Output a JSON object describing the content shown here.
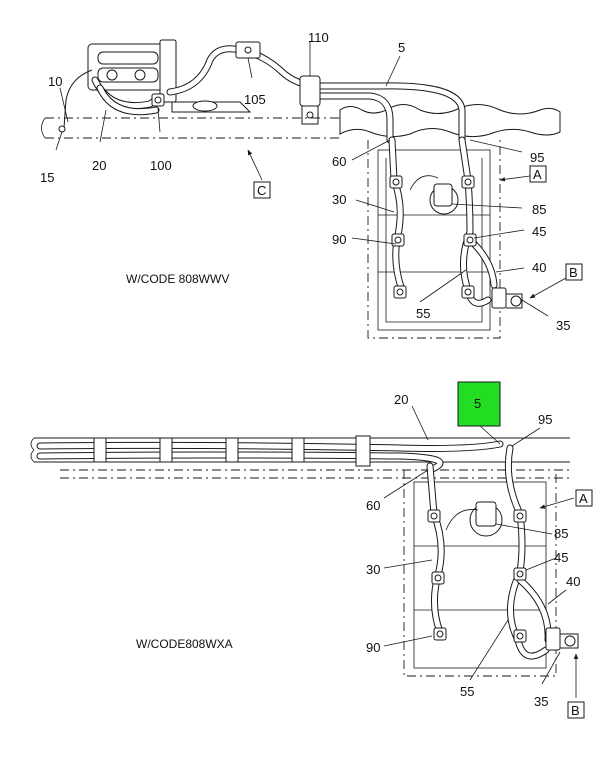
{
  "diagram": {
    "upper": {
      "caption": "W/CODE 808WWV",
      "labels": {
        "l110": "110",
        "l5": "5",
        "l10": "10",
        "l105": "105",
        "l15": "15",
        "l20": "20",
        "l100": "100",
        "l60": "60",
        "l95": "95",
        "l30": "30",
        "l85": "85",
        "l90": "90",
        "l45": "45",
        "l40": "40",
        "l55": "55",
        "l35": "35"
      },
      "callouts": {
        "a": "A",
        "b": "B",
        "c": "C"
      }
    },
    "lower": {
      "caption": "W/CODE808WXA",
      "labels": {
        "l20": "20",
        "l5": "5",
        "l95": "95",
        "l60": "60",
        "l85": "85",
        "l30": "30",
        "l45": "45",
        "l40": "40",
        "l90": "90",
        "l55": "55",
        "l35": "35"
      },
      "callouts": {
        "a": "A",
        "b": "B"
      }
    },
    "highlight_color": "#22dd22"
  }
}
